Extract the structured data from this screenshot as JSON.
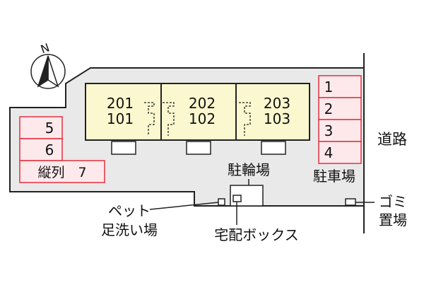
{
  "compass": {
    "north_label": "N"
  },
  "units": [
    {
      "upper": "201",
      "lower": "101"
    },
    {
      "upper": "202",
      "lower": "102"
    },
    {
      "upper": "203",
      "lower": "103"
    }
  ],
  "parking_right": [
    "1",
    "2",
    "3",
    "4"
  ],
  "parking_left": [
    {
      "label": "5"
    },
    {
      "label": "6"
    },
    {
      "label": "縦列　7"
    }
  ],
  "labels": {
    "road": "道路",
    "parking_lot": "駐車場",
    "bicycle_parking": "駐輪場",
    "garbage_line1": "ゴミ",
    "garbage_line2": "置場",
    "pet_wash_line1": "ペット",
    "pet_wash_line2": "足洗い場",
    "delivery_box": "宅配ボックス"
  },
  "colors": {
    "lot_fill": "#e9e9e9",
    "building_fill": "#fbf8cf",
    "parking_fill": "#fde9ec",
    "parking_stroke": "#e2313f",
    "outline": "#222222"
  }
}
